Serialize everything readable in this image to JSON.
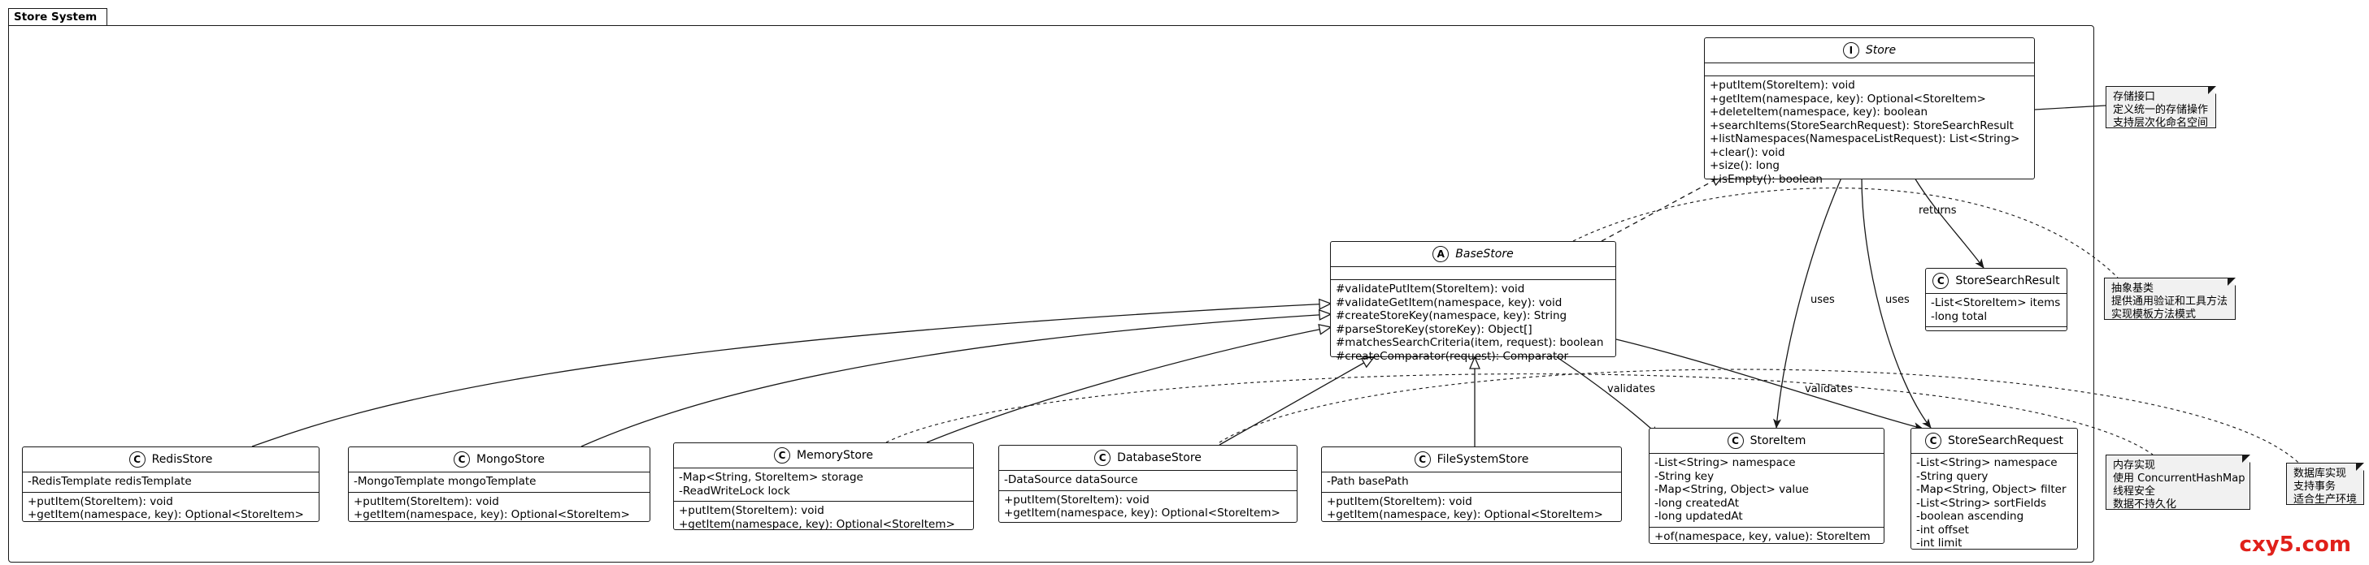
{
  "package": {
    "title": "Store System"
  },
  "classes": {
    "store": {
      "stereotype": "I",
      "name": "Store",
      "methods": [
        "+putItem(StoreItem): void",
        "+getItem(namespace, key): Optional<StoreItem>",
        "+deleteItem(namespace, key): boolean",
        "+searchItems(StoreSearchRequest): StoreSearchResult",
        "+listNamespaces(NamespaceListRequest): List<String>",
        "+clear(): void",
        "+size(): long",
        "+isEmpty(): boolean"
      ]
    },
    "base_store": {
      "stereotype": "A",
      "name": "BaseStore",
      "methods": [
        "#validatePutItem(StoreItem): void",
        "#validateGetItem(namespace, key): void",
        "#createStoreKey(namespace, key): String",
        "#parseStoreKey(storeKey): Object[]",
        "#matchesSearchCriteria(item, request): boolean",
        "#createComparator(request): Comparator"
      ]
    },
    "store_search_result": {
      "stereotype": "C",
      "name": "StoreSearchResult",
      "fields": [
        "-List<StoreItem> items",
        "-long total"
      ]
    },
    "redis_store": {
      "stereotype": "C",
      "name": "RedisStore",
      "fields": [
        "-RedisTemplate redisTemplate"
      ],
      "methods": [
        "+putItem(StoreItem): void",
        "+getItem(namespace, key): Optional<StoreItem>"
      ]
    },
    "mongo_store": {
      "stereotype": "C",
      "name": "MongoStore",
      "fields": [
        "-MongoTemplate mongoTemplate"
      ],
      "methods": [
        "+putItem(StoreItem): void",
        "+getItem(namespace, key): Optional<StoreItem>"
      ]
    },
    "memory_store": {
      "stereotype": "C",
      "name": "MemoryStore",
      "fields": [
        "-Map<String, StoreItem> storage",
        "-ReadWriteLock lock"
      ],
      "methods": [
        "+putItem(StoreItem): void",
        "+getItem(namespace, key): Optional<StoreItem>"
      ]
    },
    "database_store": {
      "stereotype": "C",
      "name": "DatabaseStore",
      "fields": [
        "-DataSource dataSource"
      ],
      "methods": [
        "+putItem(StoreItem): void",
        "+getItem(namespace, key): Optional<StoreItem>"
      ]
    },
    "file_system_store": {
      "stereotype": "C",
      "name": "FileSystemStore",
      "fields": [
        "-Path basePath"
      ],
      "methods": [
        "+putItem(StoreItem): void",
        "+getItem(namespace, key): Optional<StoreItem>"
      ]
    },
    "store_item": {
      "stereotype": "C",
      "name": "StoreItem",
      "fields": [
        "-List<String> namespace",
        "-String key",
        "-Map<String, Object> value",
        "-long createdAt",
        "-long updatedAt"
      ],
      "methods": [
        "+of(namespace, key, value): StoreItem"
      ]
    },
    "store_search_request": {
      "stereotype": "C",
      "name": "StoreSearchRequest",
      "fields": [
        "-List<String> namespace",
        "-String query",
        "-Map<String, Object> filter",
        "-List<String> sortFields",
        "-boolean ascending",
        "-int offset",
        "-int limit"
      ]
    }
  },
  "edge_labels": {
    "returns": "returns",
    "uses_item": "uses",
    "uses_request": "uses",
    "validates_item": "validates",
    "validates_request": "validates"
  },
  "notes": {
    "store_note": [
      "存储接口",
      "定义统一的存储操作",
      "支持层次化命名空间"
    ],
    "base_note": [
      "抽象基类",
      "提供通用验证和工具方法",
      "实现模板方法模式"
    ],
    "memory_note": [
      "内存实现",
      "使用 ConcurrentHashMap",
      "线程安全",
      "数据不持久化"
    ],
    "db_note": [
      "数据库实现",
      "支持事务",
      "适合生产环境"
    ]
  },
  "watermark": "cxy5.com"
}
